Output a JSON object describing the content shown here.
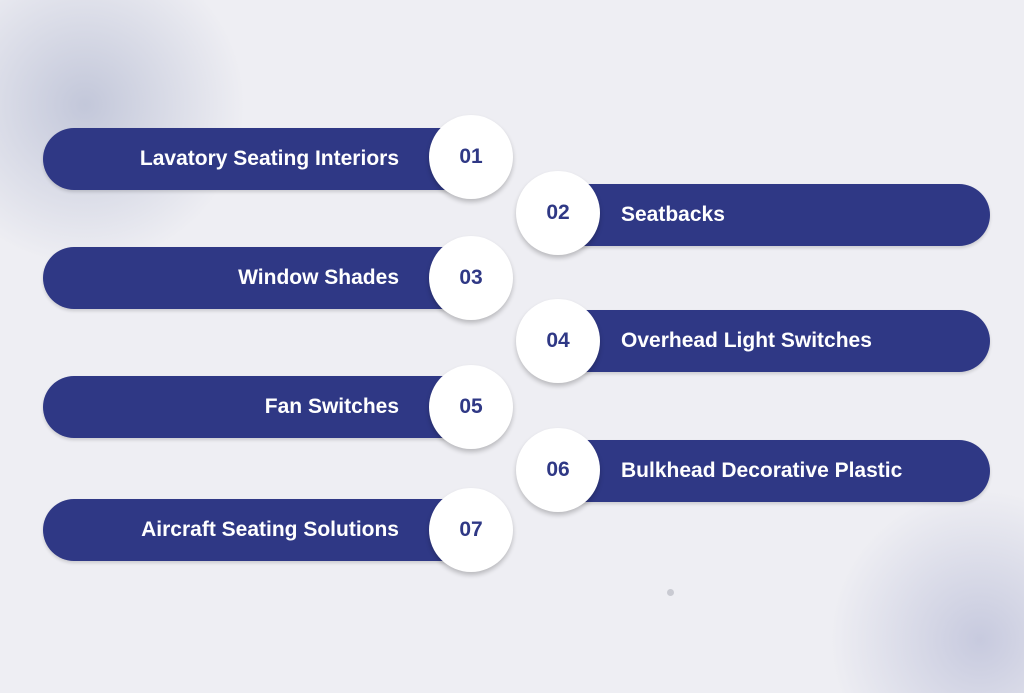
{
  "items": [
    {
      "number": "01",
      "label": "Lavatory Seating Interiors"
    },
    {
      "number": "02",
      "label": "Seatbacks"
    },
    {
      "number": "03",
      "label": "Window Shades"
    },
    {
      "number": "04",
      "label": "Overhead Light Switches"
    },
    {
      "number": "05",
      "label": "Fan Switches"
    },
    {
      "number": "06",
      "label": "Bulkhead Decorative Plastic"
    },
    {
      "number": "07",
      "label": "Aircraft Seating Solutions"
    }
  ],
  "colors": {
    "pill": "#2f3885",
    "background": "#eeeef3",
    "circle": "#ffffff"
  }
}
